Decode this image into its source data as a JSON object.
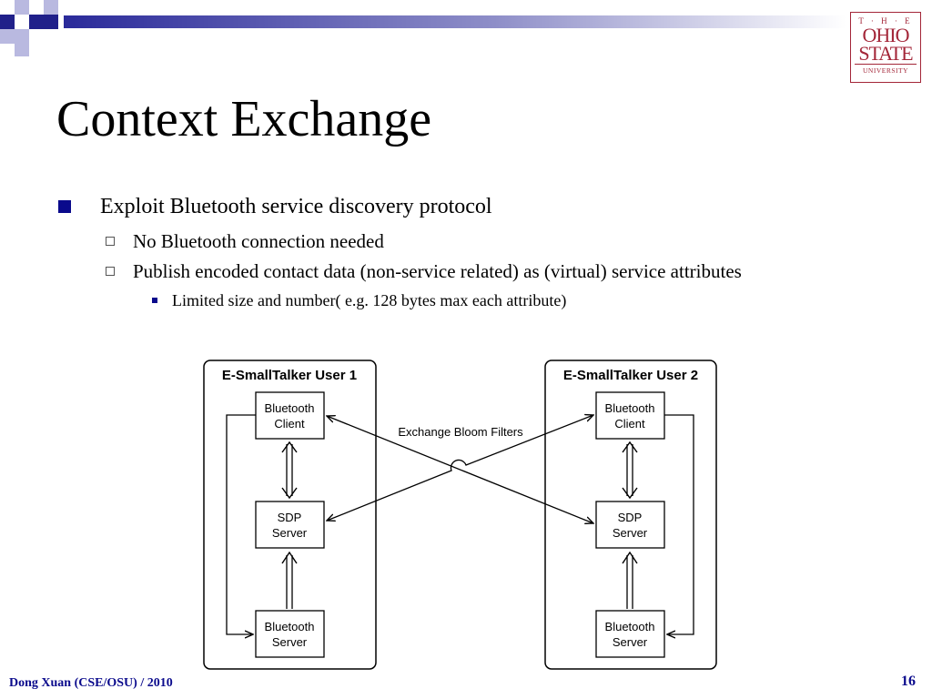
{
  "slide": {
    "title": "Context Exchange",
    "bullets": [
      {
        "text": "Exploit Bluetooth service discovery protocol",
        "children": [
          {
            "text": "No Bluetooth connection needed"
          },
          {
            "text": "Publish encoded contact data (non-service related) as (virtual) service attributes",
            "children": [
              {
                "text": "Limited size and number( e.g. 128 bytes max each attribute)"
              }
            ]
          }
        ]
      }
    ]
  },
  "logo": {
    "the": "T · H · E",
    "ohio": "OHIO",
    "state": "STATE",
    "university": "UNIVERSITY"
  },
  "diagram": {
    "user1": {
      "title": "E-SmallTalker User 1",
      "client": [
        "Bluetooth",
        "Client"
      ],
      "sdp": [
        "SDP",
        "Server"
      ],
      "server": [
        "Bluetooth",
        "Server"
      ]
    },
    "user2": {
      "title": "E-SmallTalker User 2",
      "client": [
        "Bluetooth",
        "Client"
      ],
      "sdp": [
        "SDP",
        "Server"
      ],
      "server": [
        "Bluetooth",
        "Server"
      ]
    },
    "exchange_label": "Exchange Bloom Filters"
  },
  "footer": {
    "author": "Dong Xuan (CSE/OSU) / 2010",
    "page": "16"
  },
  "colors": {
    "accent_blue": "#0a0a8c",
    "osu_red": "#a32638"
  }
}
